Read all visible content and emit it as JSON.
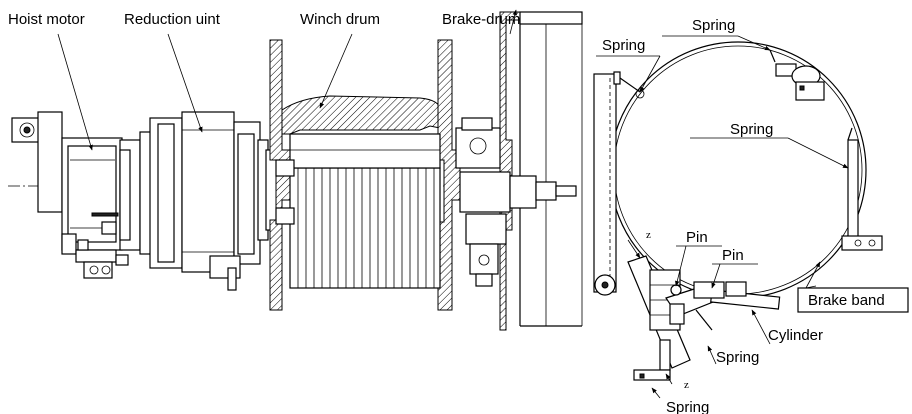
{
  "labels": {
    "hoist_motor": "Hoist motor",
    "reduction_unit": "Reduction uint",
    "winch_drum": "Winch drum",
    "brake_drum": "Brake-drum",
    "spring_top": "Spring",
    "spring_upper_left": "Spring",
    "spring_right": "Spring",
    "pin_1": "Pin",
    "pin_2": "Pin",
    "brake_band": "Brake band",
    "cylinder": "Cylinder",
    "spring_lower": "Spring",
    "spring_bottom": "Spring",
    "section_mark_upper": "z",
    "section_mark_lower": "z"
  }
}
